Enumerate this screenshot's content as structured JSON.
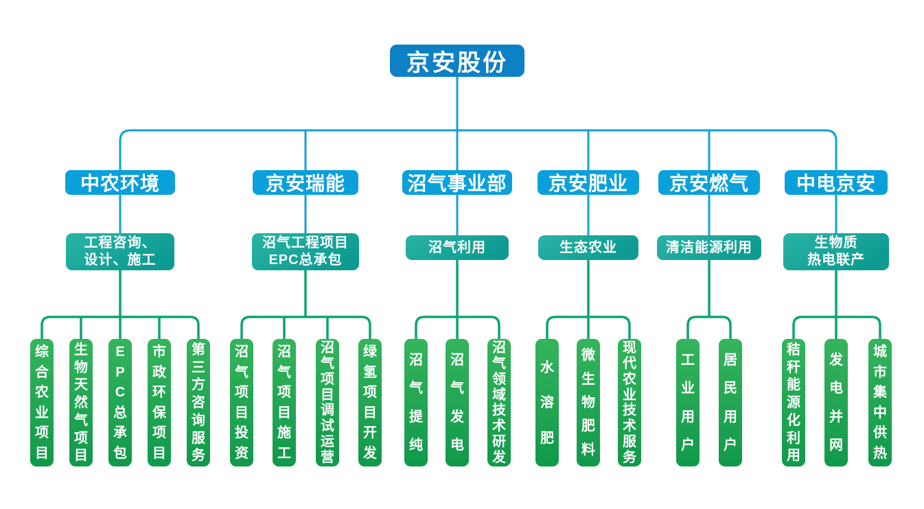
{
  "root": {
    "label": "京安股份"
  },
  "colors": {
    "root_blue": "#0d80c6",
    "branch_blue": "#0aa0dc",
    "connector_blue": "#119fda",
    "teal_light": "#2ab4a5",
    "teal_dark": "#0e9c92",
    "connector_green": "#0ca474",
    "leaf_green_light": "#35b45c",
    "leaf_green_dark": "#10994b"
  },
  "divisions": [
    {
      "label": "中农环境",
      "descriptor": "工程咨询、\n设计、施工",
      "leaves": [
        "综合农业项目",
        "生物天然气项目",
        "EPC总承包",
        "市政环保项目",
        "第三方咨询服务"
      ]
    },
    {
      "label": "京安瑞能",
      "descriptor": "沼气工程项目\nEPC总承包",
      "leaves": [
        "沼气项目投资",
        "沼气项目施工",
        "沼气项目调试运营",
        "绿氢项目开发"
      ]
    },
    {
      "label": "沼气事业部",
      "descriptor": "沼气利用",
      "leaves": [
        "沼气提纯",
        "沼气发电",
        "沼气领域技术研发"
      ]
    },
    {
      "label": "京安肥业",
      "descriptor": "生态农业",
      "leaves": [
        "水溶肥",
        "微生物肥料",
        "现代农业技术服务"
      ]
    },
    {
      "label": "京安燃气",
      "descriptor": "清洁能源利用",
      "leaves": [
        "工业用户",
        "居民用户"
      ]
    },
    {
      "label": "中电京安",
      "descriptor": "生物质\n热电联产",
      "leaves": [
        "秸秆能源化利用",
        "发电并网",
        "城市集中供热"
      ]
    }
  ]
}
